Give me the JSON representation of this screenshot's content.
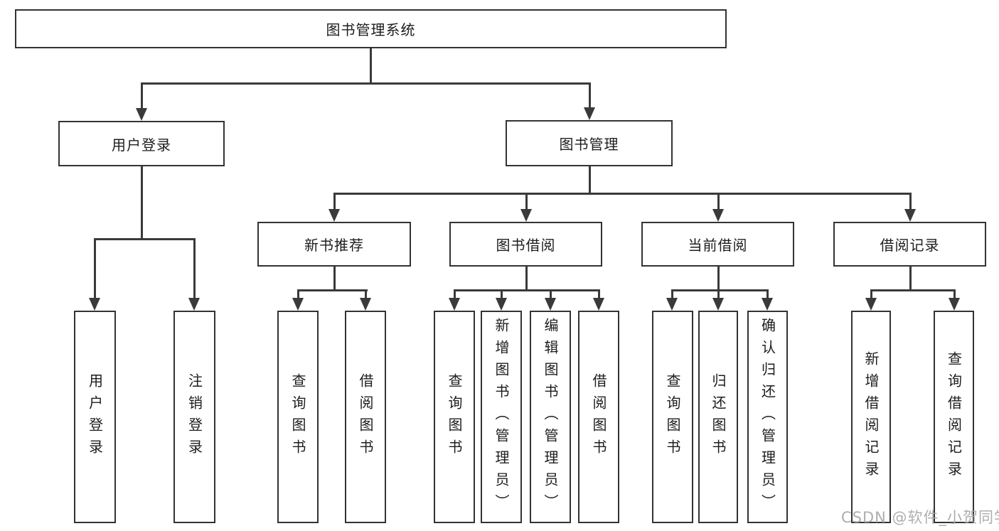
{
  "tree": {
    "label": "图书管理系统",
    "children": [
      {
        "label": "用户登录",
        "children": [
          {
            "label": "用户登录"
          },
          {
            "label": "注销登录"
          }
        ]
      },
      {
        "label": "图书管理",
        "children": [
          {
            "label": "新书推荐",
            "children": [
              {
                "label": "查询图书"
              },
              {
                "label": "借阅图书"
              }
            ]
          },
          {
            "label": "图书借阅",
            "children": [
              {
                "label": "查询图书"
              },
              {
                "label": "新增图书（管理员）"
              },
              {
                "label": "编辑图书（管理员）"
              },
              {
                "label": "借阅图书"
              }
            ]
          },
          {
            "label": "当前借阅",
            "children": [
              {
                "label": "查询图书"
              },
              {
                "label": "归还图书"
              },
              {
                "label": "确认归还（管理员）"
              }
            ]
          },
          {
            "label": "借阅记录",
            "children": [
              {
                "label": "新增借阅记录"
              },
              {
                "label": "查询借阅记录"
              }
            ]
          }
        ]
      }
    ]
  },
  "watermark": {
    "text": "CSDN @软件_小贺同学"
  },
  "colors": {
    "background": "#ffffff",
    "box_border": "#333333",
    "connector_line": "#3a3a3a",
    "text": "#1d1d1d",
    "watermark_text": "#a5a5a5"
  }
}
